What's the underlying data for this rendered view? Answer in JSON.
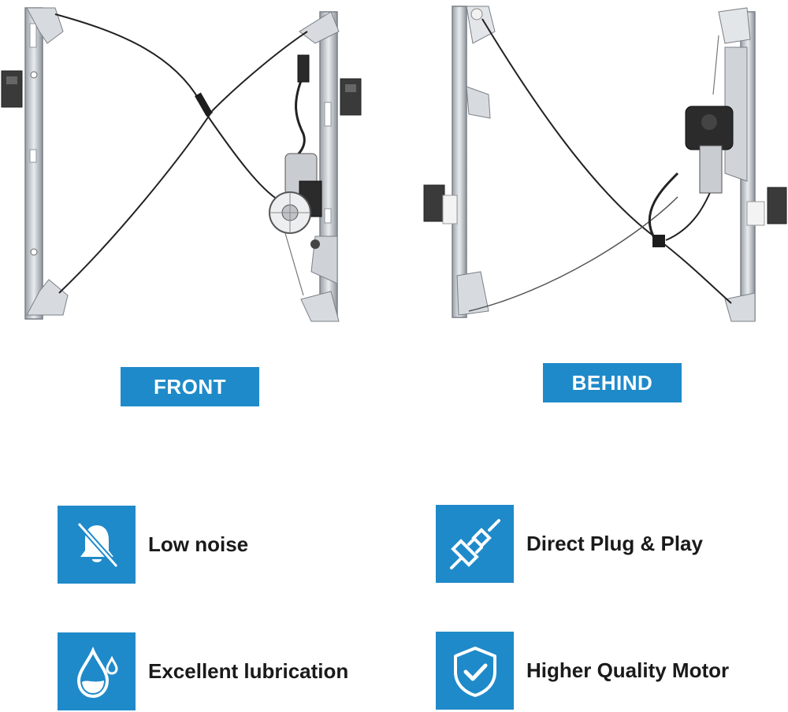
{
  "views": {
    "front_label": "FRONT",
    "behind_label": "BEHIND"
  },
  "features": [
    {
      "label": "Low noise",
      "icon": "bell-muted-icon"
    },
    {
      "label": "Direct Plug & Play",
      "icon": "plug-socket-icon"
    },
    {
      "label": "Excellent lubrication",
      "icon": "oil-drop-icon"
    },
    {
      "label": "Higher Quality Motor",
      "icon": "shield-check-icon"
    }
  ],
  "colors": {
    "accent": "#1f8ac9",
    "text": "#1a1a1a",
    "background": "#ffffff"
  }
}
